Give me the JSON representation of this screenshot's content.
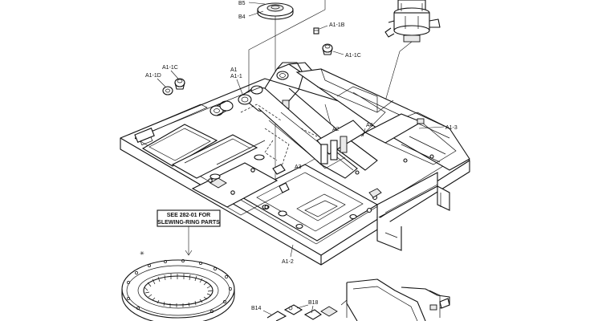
{
  "labels": {
    "b5": "B5",
    "b4": "B4",
    "a1_1b": "A1-1B",
    "a1_1c_right": "A1-1C",
    "a1_1c_left": "A1-1C",
    "a1_1d": "A1-1D",
    "a1": "A1",
    "a1_1": "A1-1",
    "a2": "A2",
    "a4": "A4",
    "a1_3": "A1-3",
    "a3": "A3",
    "a1_2": "A1-2",
    "b14": "B14",
    "b18": "B18"
  },
  "note": {
    "line1": "SEE 282-01 FOR",
    "line2": "SLEWING-RING PARTS"
  }
}
